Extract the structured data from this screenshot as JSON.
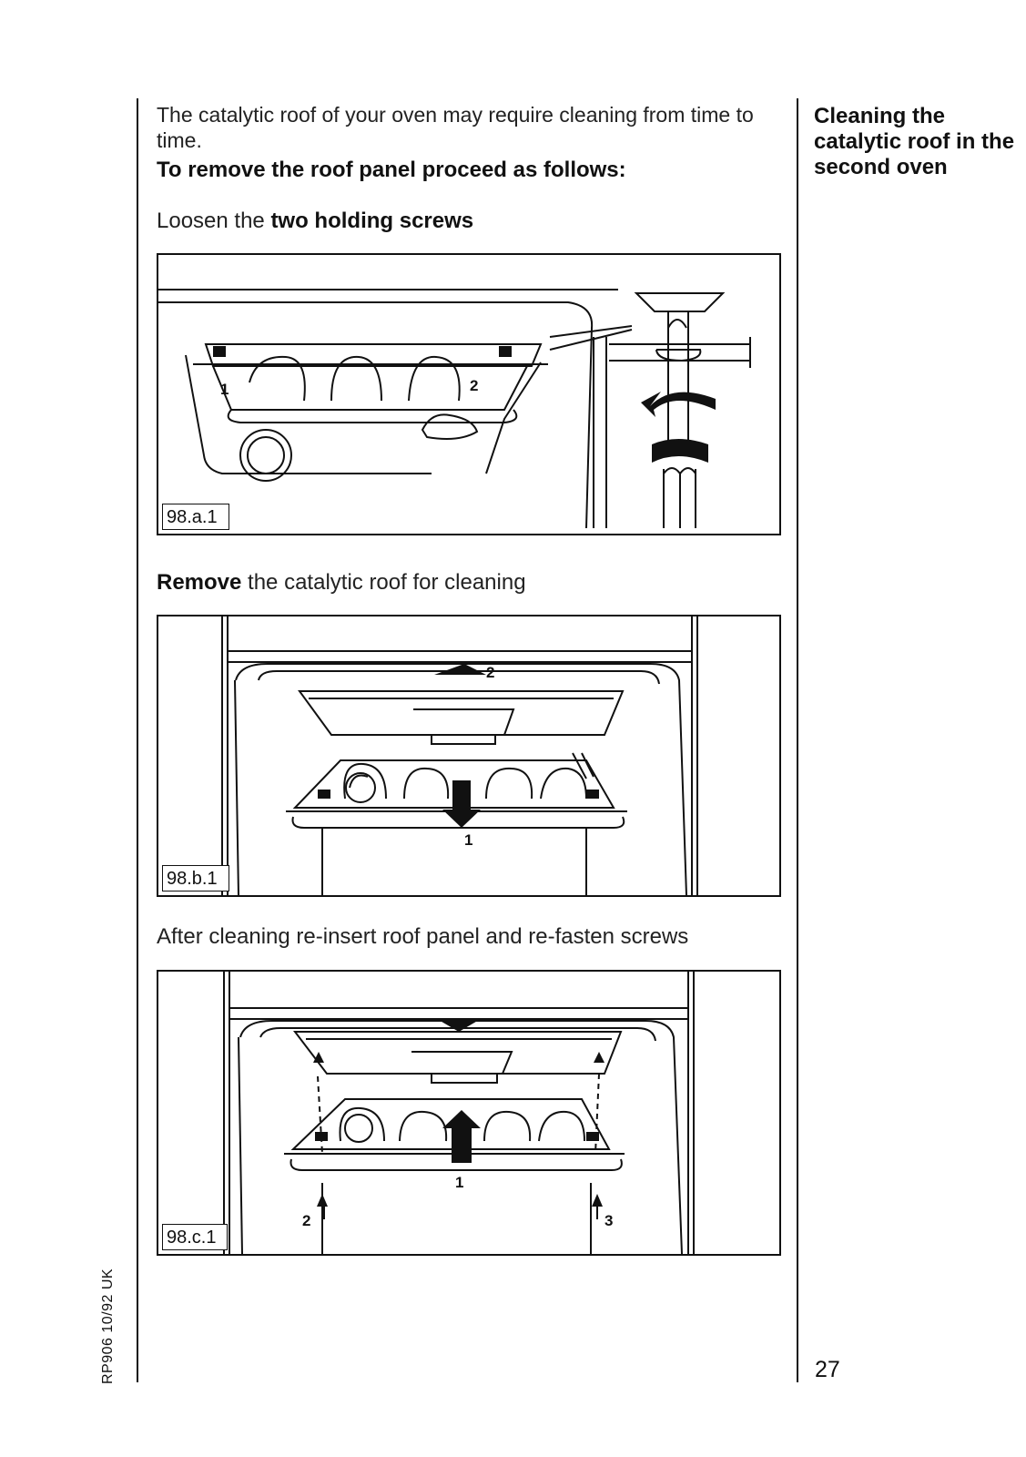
{
  "intro_text": "The catalytic roof of your oven may require cleaning from time to time.",
  "procedure_heading": "To remove the roof panel proceed as follows:",
  "steps": [
    {
      "pre": "Loosen the ",
      "bold": "two holding screws",
      "post": ""
    },
    {
      "pre": "",
      "bold": "Remove",
      "post": " the catalytic roof for cleaning"
    },
    {
      "pre": "After cleaning re-insert roof panel and re-fasten screws",
      "bold": "",
      "post": ""
    }
  ],
  "sidebar_title": "Cleaning the catalytic roof in the second oven",
  "page_number": "27",
  "doc_code": "RP906 10/92 UK",
  "figures": [
    {
      "label": "98.a.1",
      "callouts": [
        "1",
        "2"
      ]
    },
    {
      "label": "98.b.1",
      "callouts": [
        "2",
        "1"
      ]
    },
    {
      "label": "98.c.1",
      "callouts": [
        "1",
        "2",
        "3"
      ]
    }
  ]
}
